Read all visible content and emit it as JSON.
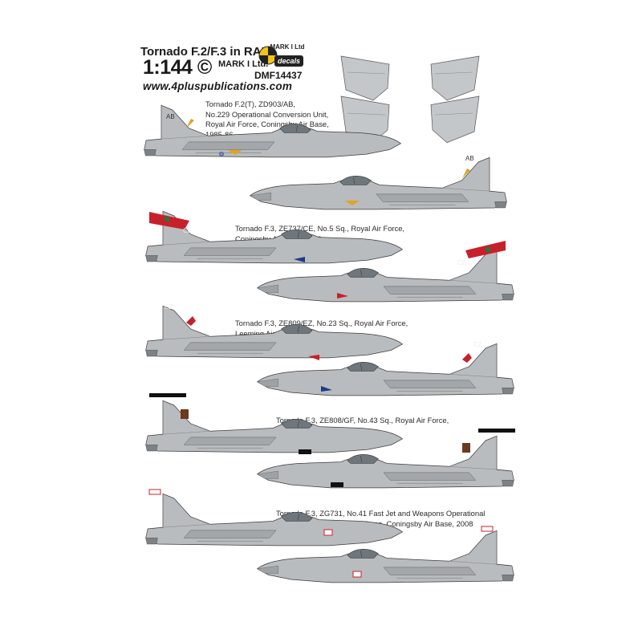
{
  "header": {
    "title": "Tornado F.2/F.3 in RAF",
    "scale": "1:144 ©",
    "mark_label": "MARK I Ltd.",
    "product_code": "DMF14437",
    "website": "www.4pluspublications.com"
  },
  "logo": {
    "top_text": "MARK I Ltd",
    "bottom_text": "decals"
  },
  "colors": {
    "aircraft_grey": "#b9bcbe",
    "outline": "#3a3a3a",
    "sq5_red": "#c8202a",
    "sq5_green": "#1e7a3a",
    "sq23_red": "#c8202a",
    "sq43_checker": "#111111",
    "roundel_blue": "#4b6fb0",
    "roundel_red": "#d8808a"
  },
  "schemes": [
    {
      "caption": "Tornado F.2(T), ZD903/AB,\nNo.229 Operational Conversion Unit,\nRoyal Air Force, Coningsby Air Base,\n1985-86",
      "code": "AB"
    },
    {
      "caption": "Tornado F.3, ZE737/CE, No.5 Sq., Royal Air Force,\nConingsby Air Base, 1989",
      "code": "CE"
    },
    {
      "caption": "Tornado F.3, ZE809/EZ, No.23 Sq., Royal Air Force,\nLeeming Air Base, 1989",
      "code": "EZ"
    },
    {
      "caption": "Tornado F.3, ZE808/GF, No.43 Sq., Royal Air Force,\nLeuchars Air Base, 1990",
      "code": ""
    },
    {
      "caption": "Tornado F.3, ZG731, No.41 Fast Jet and Weapons Operational\nEvaluation Unit, Royal Air Force, Coningsby Air Base, 2008",
      "code": ""
    }
  ]
}
